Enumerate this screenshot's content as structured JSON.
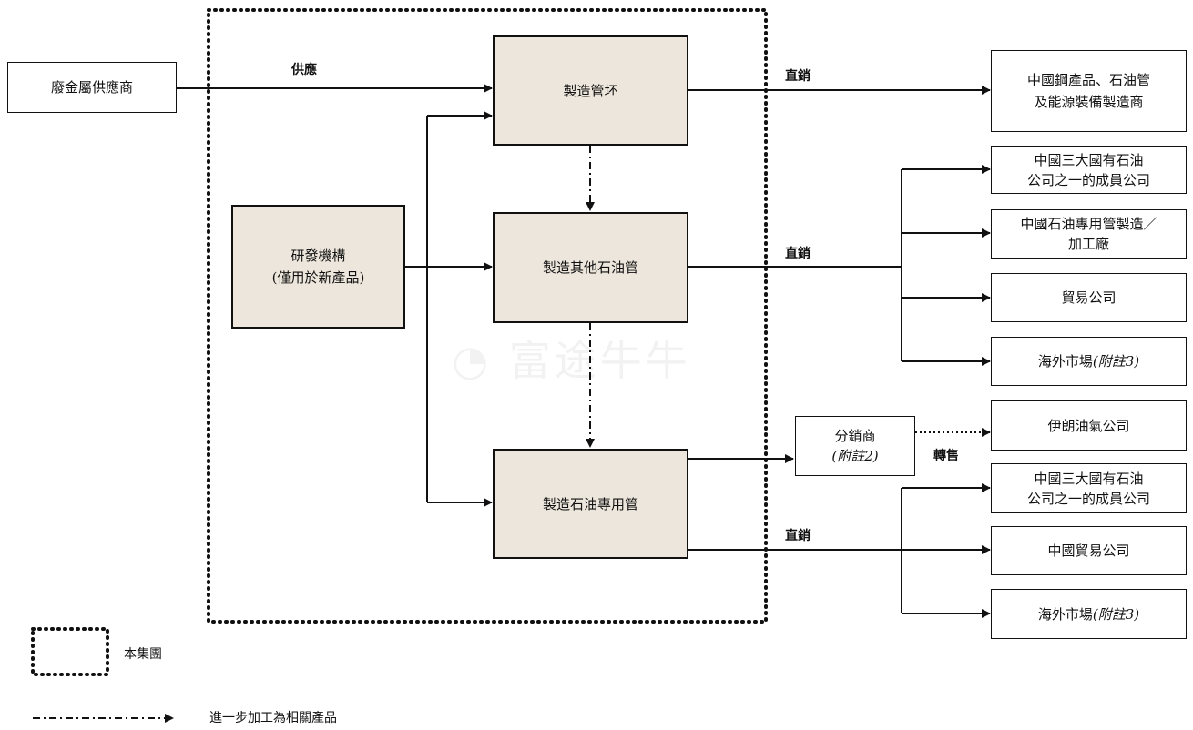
{
  "nodes": {
    "scrap_supplier": "廢金屬供應商",
    "make_billet": "製造管坯",
    "rd_line1": "研發機構",
    "rd_line2": "(僅用於新產品)",
    "make_other_pipes": "製造其他石油管",
    "make_octg": "製造石油專用管",
    "distributor_line1": "分銷商",
    "distributor_line2": "(附註2)",
    "c_steel_line1": "中國鋼產品、石油管",
    "c_steel_line2": "及能源裝備製造商",
    "c_big3_line1": "中國三大國有石油",
    "c_big3_line2": "公司之一的成員公司",
    "c_octg_line1": "中國石油專用管製造／",
    "c_octg_line2": "加工廠",
    "c_trading": "貿易公司",
    "c_overseas_prefix": "海外市場",
    "c_overseas_note": "(附註3)",
    "c_iran": "伊朗油氣公司",
    "c2_big3_line1": "中國三大國有石油",
    "c2_big3_line2": "公司之一的成員公司",
    "c2_trading": "中國貿易公司",
    "c2_overseas_prefix": "海外市場",
    "c2_overseas_note": "(附註3)"
  },
  "edge_labels": {
    "supply": "供應",
    "direct_sales_1": "直銷",
    "direct_sales_2": "直銷",
    "direct_sales_3": "直銷",
    "resale": "轉售"
  },
  "watermark": "富途牛牛",
  "legend": {
    "group": "本集團",
    "further_processing": "進一步加工為相關產品"
  },
  "colors": {
    "process_fill": "#ede6dc",
    "line": "#111111"
  }
}
